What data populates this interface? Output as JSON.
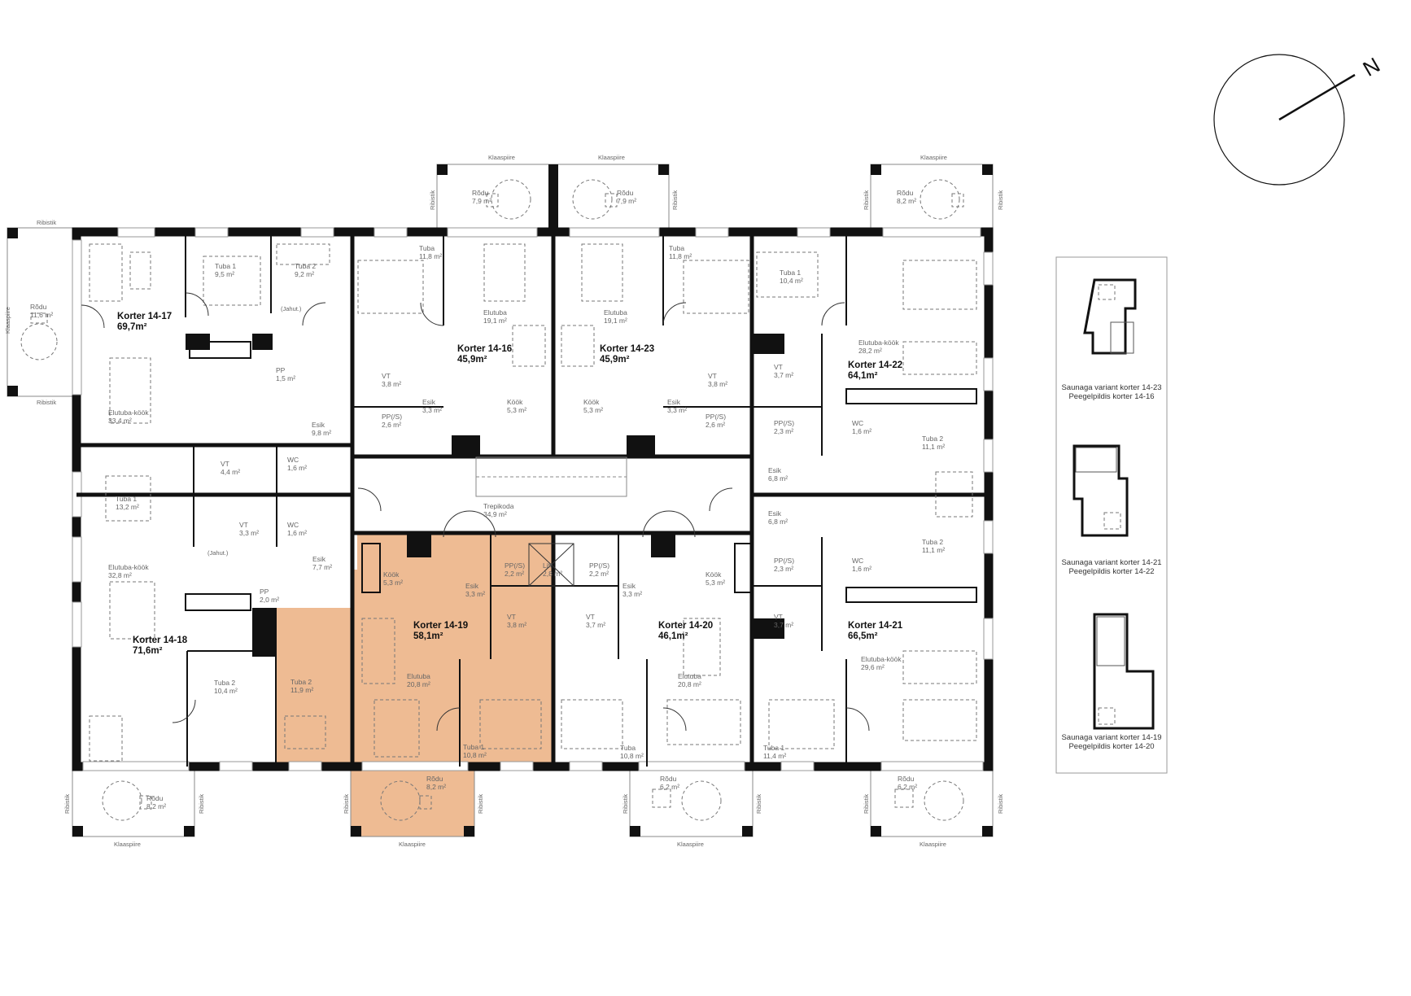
{
  "compass": {
    "north_label": "N"
  },
  "colors": {
    "highlight": "#eebb93",
    "wall": "#111111"
  },
  "labels": {
    "glass_railing": "Klaaspiire",
    "bar_railing": "Ribistik",
    "cooling": "(Jahut.)"
  },
  "apartments": {
    "k1417": {
      "name": "Korter 14-17",
      "area": "69,7m²",
      "rooms": {
        "rodu": [
          "Rõdu",
          "11,6 m²"
        ],
        "tuba1": [
          "Tuba 1",
          "9,5 m²"
        ],
        "tuba2": [
          "Tuba 2",
          "9,2 m²"
        ],
        "pp": [
          "PP",
          "1,5 m²"
        ],
        "elutuba": [
          "Elutuba-köök",
          "33,4 m²"
        ],
        "esik": [
          "Esik",
          "9,8 m²"
        ],
        "vt": [
          "VT",
          "4,4 m²"
        ],
        "wc": [
          "WC",
          "1,6 m²"
        ]
      }
    },
    "k1418": {
      "name": "Korter 14-18",
      "area": "71,6m²",
      "rooms": {
        "tuba1": [
          "Tuba 1",
          "13,2 m²"
        ],
        "vt": [
          "VT",
          "3,3 m²"
        ],
        "wc": [
          "WC",
          "1,6 m²"
        ],
        "elutuba": [
          "Elutuba-köök",
          "32,8 m²"
        ],
        "esik": [
          "Esik",
          "7,7 m²"
        ],
        "pp": [
          "PP",
          "2,0 m²"
        ],
        "tuba2": [
          "Tuba 2",
          "10,4 m²"
        ],
        "rodu": [
          "Rõdu",
          "8,2 m²"
        ]
      }
    },
    "k1416": {
      "name": "Korter 14-16",
      "area": "45,9m²",
      "rooms": {
        "rodu": [
          "Rõdu",
          "7,9 m²"
        ],
        "tuba": [
          "Tuba",
          "11,8 m²"
        ],
        "elutuba": [
          "Elutuba",
          "19,1 m²"
        ],
        "vt": [
          "VT",
          "3,8 m²"
        ],
        "esik": [
          "Esik",
          "3,3 m²"
        ],
        "kook": [
          "Köök",
          "5,3 m²"
        ],
        "pp": [
          "PP(/S)",
          "2,6 m²"
        ]
      }
    },
    "k1423": {
      "name": "Korter 14-23",
      "area": "45,9m²",
      "rooms": {
        "rodu": [
          "Rõdu",
          "7,9 m²"
        ],
        "tuba": [
          "Tuba",
          "11,8 m²"
        ],
        "elutuba": [
          "Elutuba",
          "19,1 m²"
        ],
        "vt": [
          "VT",
          "3,8 m²"
        ],
        "esik": [
          "Esik",
          "3,3 m²"
        ],
        "kook": [
          "Köök",
          "5,3 m²"
        ],
        "pp": [
          "PP(/S)",
          "2,6 m²"
        ]
      }
    },
    "k1422": {
      "name": "Korter 14-22",
      "area": "64,1m²",
      "rooms": {
        "rodu": [
          "Rõdu",
          "8,2 m²"
        ],
        "tuba1": [
          "Tuba 1",
          "10,4 m²"
        ],
        "elutuba": [
          "Elutuba-köök",
          "28,2 m²"
        ],
        "vt": [
          "VT",
          "3,7 m²"
        ],
        "pp": [
          "PP(/S)",
          "2,3 m²"
        ],
        "wc": [
          "WC",
          "1,6 m²"
        ],
        "tuba2": [
          "Tuba 2",
          "11,1 m²"
        ],
        "esik": [
          "Esik",
          "6,8 m²"
        ]
      }
    },
    "k1421": {
      "name": "Korter 14-21",
      "area": "66,5m²",
      "rooms": {
        "esik": [
          "Esik",
          "6,8 m²"
        ],
        "tuba2": [
          "Tuba 2",
          "11,1 m²"
        ],
        "pp": [
          "PP(/S)",
          "2,3 m²"
        ],
        "wc": [
          "WC",
          "1,6 m²"
        ],
        "vt": [
          "VT",
          "3,7 m²"
        ],
        "elutuba": [
          "Elutuba-köök",
          "29,6 m²"
        ],
        "tuba1": [
          "Tuba 1",
          "11,4 m²"
        ],
        "rodu": [
          "Rõdu",
          "6,2 m²"
        ]
      }
    },
    "k1419": {
      "name": "Korter 14-19",
      "area": "58,1m²",
      "rooms": {
        "kook": [
          "Köök",
          "5,3 m²"
        ],
        "pp": [
          "PP(/S)",
          "2,2 m²"
        ],
        "esik": [
          "Esik",
          "3,3 m²"
        ],
        "vt": [
          "VT",
          "3,8 m²"
        ],
        "elutuba": [
          "Elutuba",
          "20,8 m²"
        ],
        "tuba2": [
          "Tuba 2",
          "11,9 m²"
        ],
        "tuba1": [
          "Tuba 1",
          "10,8 m²"
        ],
        "rodu": [
          "Rõdu",
          "8,2 m²"
        ]
      }
    },
    "k1420": {
      "name": "Korter 14-20",
      "area": "46,1m²",
      "rooms": {
        "pp": [
          "PP(/S)",
          "2,2 m²"
        ],
        "esik": [
          "Esik",
          "3,3 m²"
        ],
        "kook": [
          "Köök",
          "5,3 m²"
        ],
        "vt": [
          "VT",
          "3,7 m²"
        ],
        "elutuba": [
          "Elutuba",
          "20,8 m²"
        ],
        "tuba": [
          "Tuba",
          "10,8 m²"
        ],
        "rodu": [
          "Rõdu",
          "6,2 m²"
        ]
      }
    }
  },
  "common": {
    "stair": [
      "Trepikoda",
      "34,9 m²"
    ],
    "lift": [
      "Lift",
      "2,8 m²"
    ]
  },
  "variants": [
    {
      "line1": "Saunaga variant korter 14-23",
      "line2": "Peegelpildis korter 14-16"
    },
    {
      "line1": "Saunaga variant korter 14-21",
      "line2": "Peegelpildis korter 14-22"
    },
    {
      "line1": "Saunaga variant korter 14-19",
      "line2": "Peegelpildis korter 14-20"
    }
  ]
}
